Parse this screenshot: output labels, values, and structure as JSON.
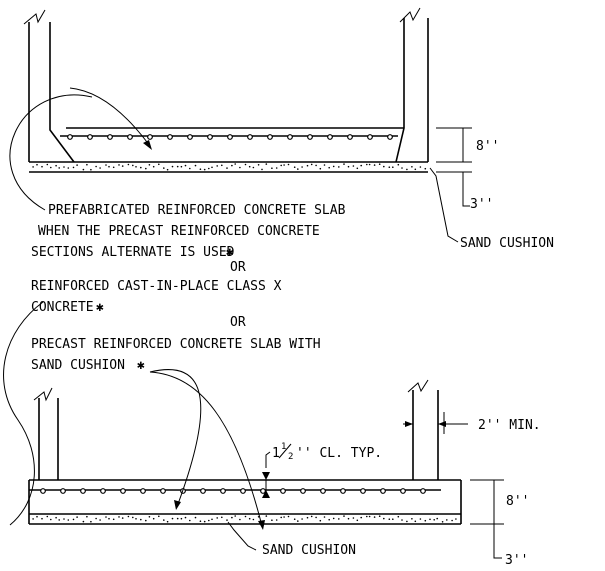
{
  "notes": {
    "line1": "PREFABRICATED REINFORCED CONCRETE SLAB",
    "line2": "WHEN THE PRECAST REINFORCED CONCRETE",
    "line3": "SECTIONS ALTERNATE IS USED",
    "or1": "OR",
    "line4": "REINFORCED CAST-IN-PLACE CLASS X",
    "line5": "CONCRETE",
    "or2": "OR",
    "line6": "PRECAST REINFORCED CONCRETE SLAB WITH",
    "line7": "SAND CUSHION",
    "asterisk": "✱"
  },
  "top_detail": {
    "dim_slab": "8''",
    "dim_cushion": "3''",
    "sand_label": "SAND CUSHION"
  },
  "bottom_detail": {
    "clear_cover_whole": "1",
    "clear_cover_num": "1",
    "clear_cover_den": "2",
    "clear_cover_rest": "'' CL. TYP.",
    "dim_min": "2'' MIN.",
    "dim_slab": "8''",
    "dim_cushion": "3''",
    "sand_label": "SAND CUSHION"
  }
}
